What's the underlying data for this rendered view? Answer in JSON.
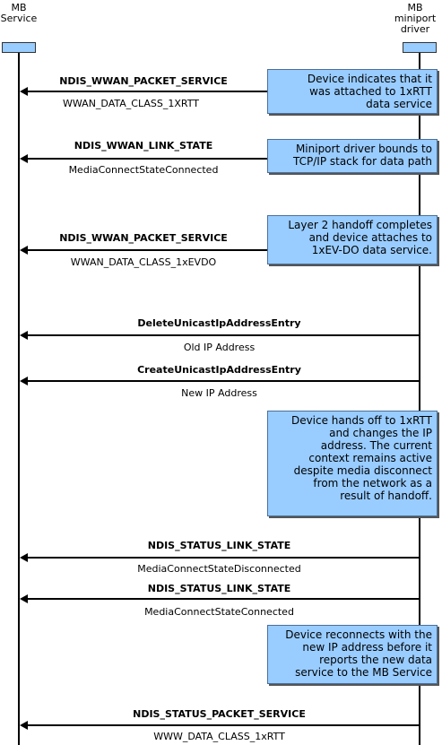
{
  "actors": {
    "left": {
      "label_line1": "MB",
      "label_line2": "Service"
    },
    "right": {
      "label_line1": "MB",
      "label_line2": "miniport",
      "label_line3": "driver"
    }
  },
  "messages": [
    {
      "name": "NDIS_WWAN_PACKET_SERVICE",
      "detail": "WWAN_DATA_CLASS_1XRTT"
    },
    {
      "name": "NDIS_WWAN_LINK_STATE",
      "detail": "MediaConnectStateConnected"
    },
    {
      "name": "NDIS_WWAN_PACKET_SERVICE",
      "detail": "WWAN_DATA_CLASS_1xEVDO"
    },
    {
      "name": "DeleteUnicastIpAddressEntry",
      "detail": "Old IP Address"
    },
    {
      "name": "CreateUnicastIpAddressEntry",
      "detail": "New  IP Address"
    },
    {
      "name": "NDIS_STATUS_LINK_STATE",
      "detail": "MediaConnectStateDisconnected"
    },
    {
      "name": "NDIS_STATUS_LINK_STATE",
      "detail": "MediaConnectStateConnected"
    },
    {
      "name": "NDIS_STATUS_PACKET_SERVICE",
      "detail": "WWW_DATA_CLASS_1xRTT"
    }
  ],
  "notes": [
    {
      "lines": [
        "Device indicates that it",
        "was attached to 1xRTT",
        "data service"
      ]
    },
    {
      "lines": [
        "Miniport driver bounds to",
        "TCP/IP stack for data path"
      ]
    },
    {
      "lines": [
        "Layer 2 handoff completes",
        "and device attaches to",
        "1xEV-DO data service."
      ]
    },
    {
      "lines": [
        "Device hands off to 1xRTT",
        "and changes the IP",
        "address. The current",
        "context remains active",
        "despite media disconnect",
        "from the network as a",
        "result of handoff."
      ]
    },
    {
      "lines": [
        "Device reconnects with the",
        "new IP address before it",
        "reports the new data",
        "service to the MB Service"
      ]
    }
  ]
}
